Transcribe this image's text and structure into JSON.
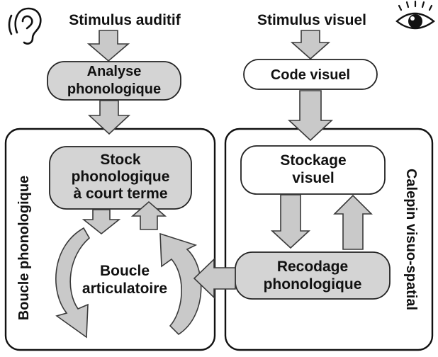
{
  "colors": {
    "arrow_fill": "#c9c9c9",
    "grey_box_fill": "#d4d4d4",
    "stroke": "#222222"
  },
  "icons": {
    "ear": "ear-icon",
    "eye": "eye-icon"
  },
  "stimulus_auditory": "Stimulus auditif",
  "stimulus_visual": "Stimulus visuel",
  "phonological_analysis": [
    "Analyse",
    "phonologique"
  ],
  "visual_code": "Code visuel",
  "phonological_loop_label": "Boucle phonologique",
  "phonological_store": [
    "Stock",
    "phonologique",
    "à court terme"
  ],
  "articulatory_loop": [
    "Boucle",
    "articulatoire"
  ],
  "visuospatial_sketchpad_label": "Calepin visuo-spatial",
  "visual_storage": [
    "Stockage",
    "visuel"
  ],
  "phonological_recoding": [
    "Recodage",
    "phonologique"
  ]
}
